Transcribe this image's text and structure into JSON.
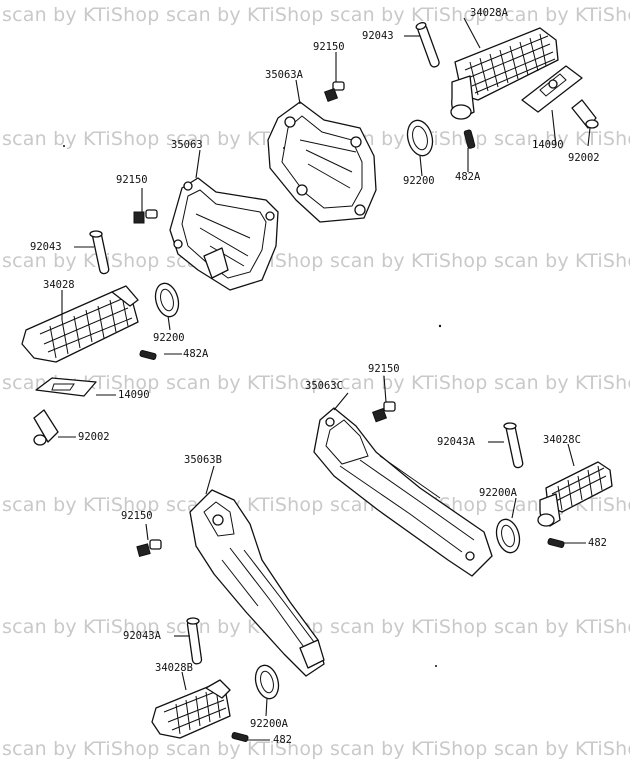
{
  "watermark": "scan by KTiShop",
  "labels": {
    "l34028A": "34028A",
    "l92043_top": "92043",
    "l92150_top": "92150",
    "l35063A": "35063A",
    "l35063": "35063",
    "l14090_top": "14090",
    "l92002_top": "92002",
    "l92200_top": "92200",
    "l482A_top": "482A",
    "l92150_left": "92150",
    "l92043_left": "92043",
    "l34028": "34028",
    "l92200_left": "92200",
    "l482A_left": "482A",
    "l14090_left": "14090",
    "l92002_left": "92002",
    "l92150_mid": "92150",
    "l35063C": "35063C",
    "l92043A_right": "92043A",
    "l34028C": "34028C",
    "l92200A_right": "92200A",
    "l482": "482",
    "l35063B": "35063B",
    "l92150_low": "92150",
    "l92043A_low": "92043A",
    "l34028B": "34028B",
    "l92200A_low": "92200A",
    "l482_low": "482"
  }
}
